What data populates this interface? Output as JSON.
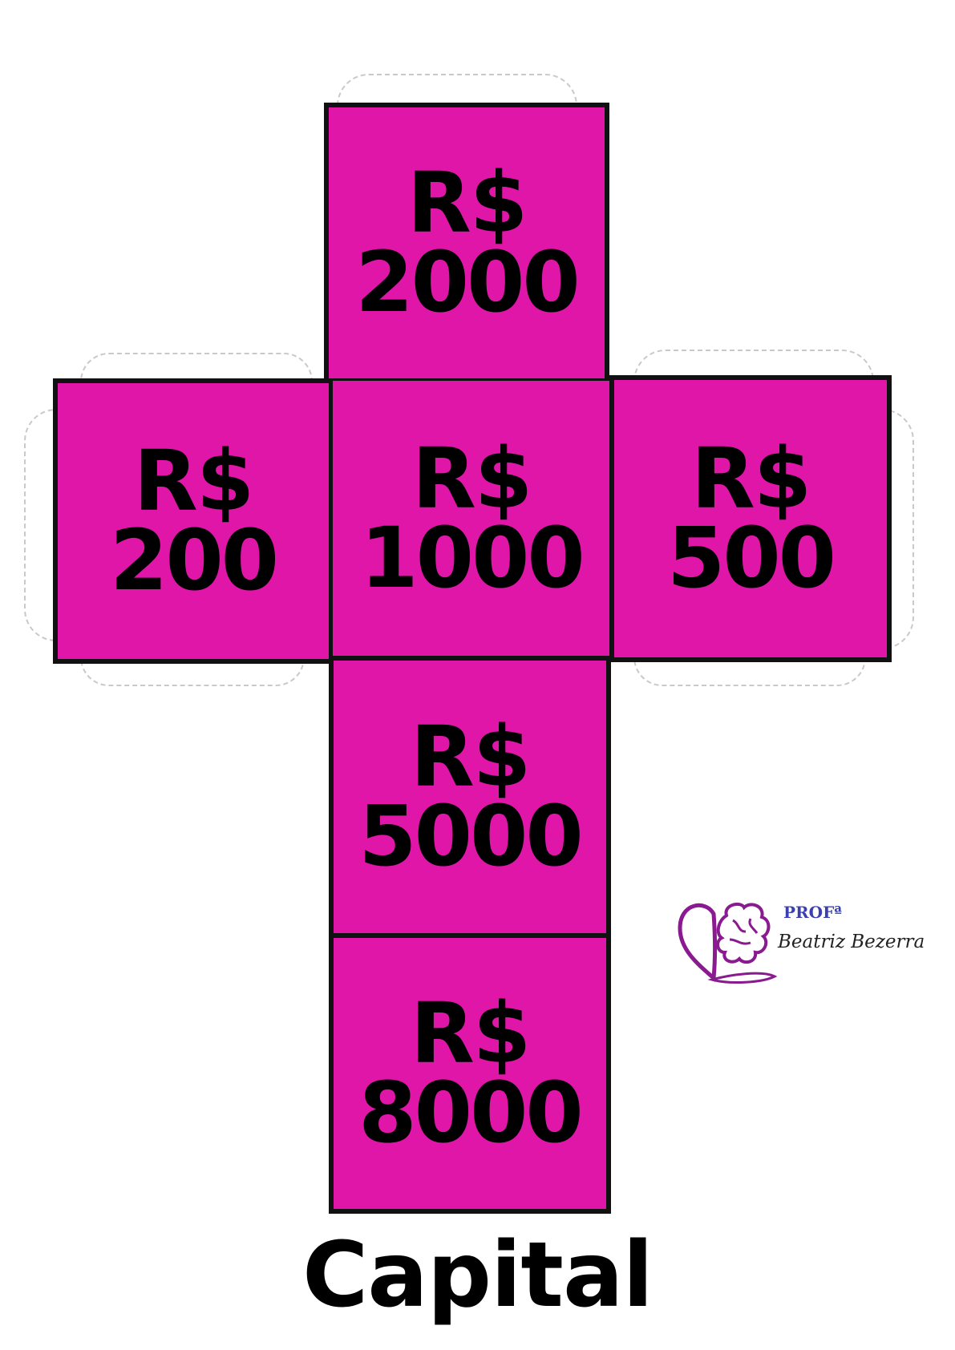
{
  "faces": {
    "top": {
      "currency": "R$",
      "amount": "2000"
    },
    "left": {
      "currency": "R$",
      "amount": "200"
    },
    "center": {
      "currency": "R$",
      "amount": "1000"
    },
    "right": {
      "currency": "R$",
      "amount": "500"
    },
    "lower": {
      "currency": "R$",
      "amount": "5000"
    },
    "bottom": {
      "currency": "R$",
      "amount": "8000"
    }
  },
  "title": "Capital",
  "logo": {
    "prof": "PROFª",
    "name": "Beatriz Bezerra"
  },
  "colors": {
    "face": "#e016a9",
    "border": "#111111",
    "logo_purple": "#8a1a8f"
  }
}
